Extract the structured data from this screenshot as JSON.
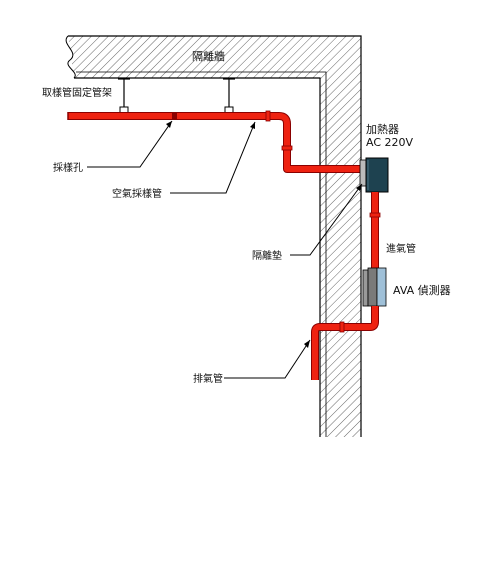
{
  "labels": {
    "wall": "隔離牆",
    "pipe_bracket": "取樣管固定管架",
    "sampling_hole": "採樣孔",
    "air_sampling_pipe": "空氣採樣管",
    "heater": "加熱器",
    "heater_voltage": "AC 220V",
    "isolation_pad": "隔離墊",
    "inlet_pipe": "進氣管",
    "detector": "AVA 偵測器",
    "exhaust_pipe": "排氣管"
  },
  "colors": {
    "pipe": "#ee2211",
    "pipe_edge": "#8a0000",
    "wall_outline": "#000000",
    "hatch": "#555555",
    "heater_body": "#1e4250",
    "detector_face": "#9fc0d8",
    "detector_side": "#7a7a7a"
  }
}
